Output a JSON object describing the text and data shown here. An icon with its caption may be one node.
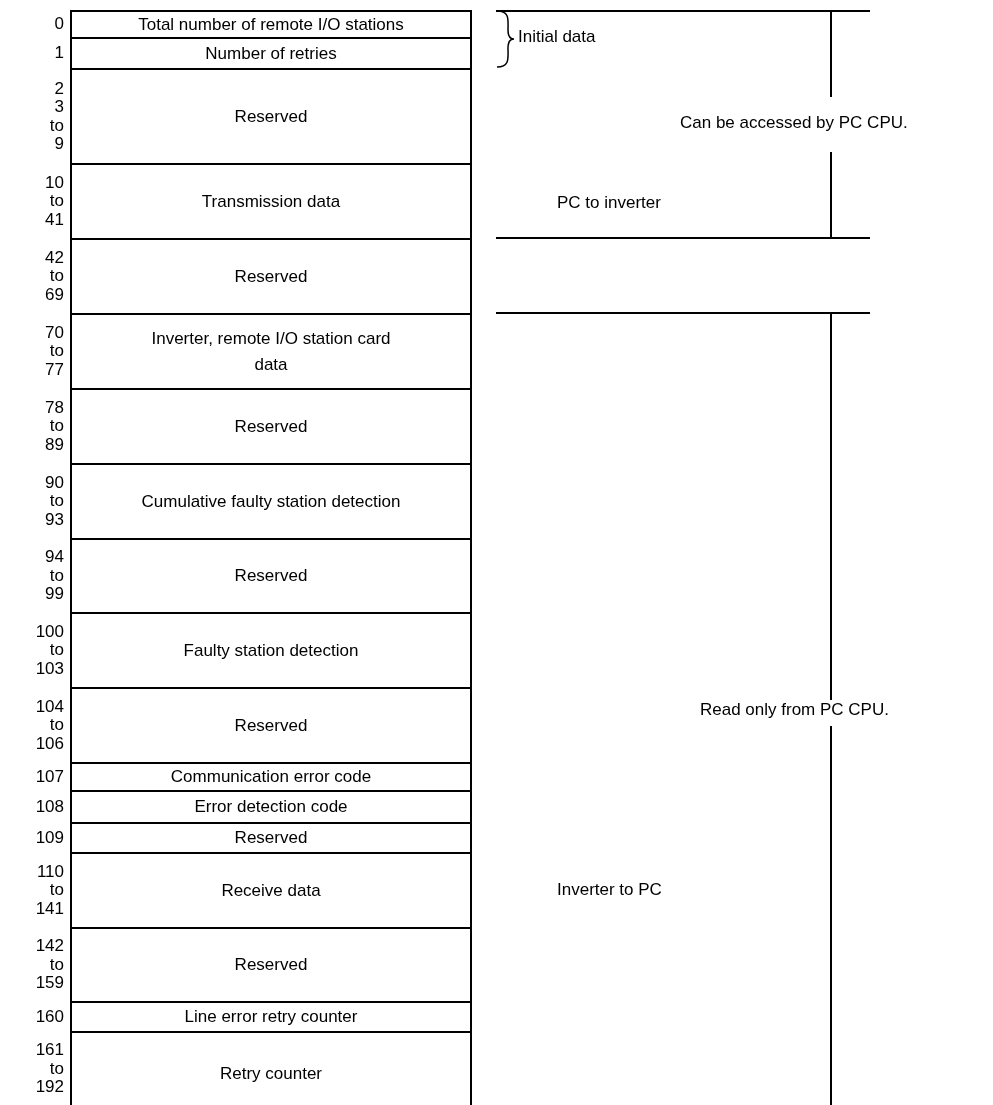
{
  "diagram": {
    "nodes": [
      {
        "text": [
          "Total number of remote I/O stations"
        ],
        "beside": [
          "0"
        ]
      },
      {
        "text": [
          "Number of retries"
        ],
        "beside": [
          "1"
        ]
      },
      {
        "text": [
          "Reserved"
        ],
        "beside": [
          "2 3 to 9"
        ]
      },
      {
        "text": [
          "Transmission data"
        ],
        "beside": [
          "10 to 41"
        ]
      },
      {
        "text": [
          "Reserved"
        ],
        "beside": [
          "42 to 69"
        ]
      },
      {
        "text": [
          "Inverter, remote I/O station card data"
        ],
        "beside": [
          "70 to 77"
        ]
      },
      {
        "text": [
          "Reserved"
        ],
        "beside": [
          "78 to 89"
        ]
      },
      {
        "text": [
          "Cumulative faulty station detection"
        ],
        "beside": [
          "90 to 93"
        ]
      },
      {
        "text": [
          "Reserved"
        ],
        "beside": [
          "94 to 99"
        ]
      },
      {
        "text": [
          "Faulty station detection"
        ],
        "beside": [
          "100 to 103"
        ]
      },
      {
        "text": [
          "Reserved"
        ],
        "beside": [
          "104 to 106"
        ]
      },
      {
        "text": [
          "Communication error code"
        ],
        "beside": [
          "107"
        ]
      },
      {
        "text": [
          "Error detection code"
        ],
        "beside": [
          "108"
        ]
      },
      {
        "text": [
          "Reserved"
        ],
        "beside": [
          "109"
        ]
      },
      {
        "text": [
          "Receive data"
        ],
        "beside": [
          "110 to 141"
        ]
      },
      {
        "text": [
          "Reserved"
        ],
        "beside": [
          "142 to 159"
        ]
      },
      {
        "text": [
          "Line error retry counter"
        ],
        "beside": [
          "160"
        ]
      },
      {
        "text": [
          "Retry counter"
        ],
        "beside": [
          "161 to 192"
        ]
      }
    ],
    "labels": [
      "Initial data",
      "Can be accessed by PC CPU.",
      "PC to inverter",
      "Read only from PC CPU.",
      "Inverter to PC"
    ]
  }
}
